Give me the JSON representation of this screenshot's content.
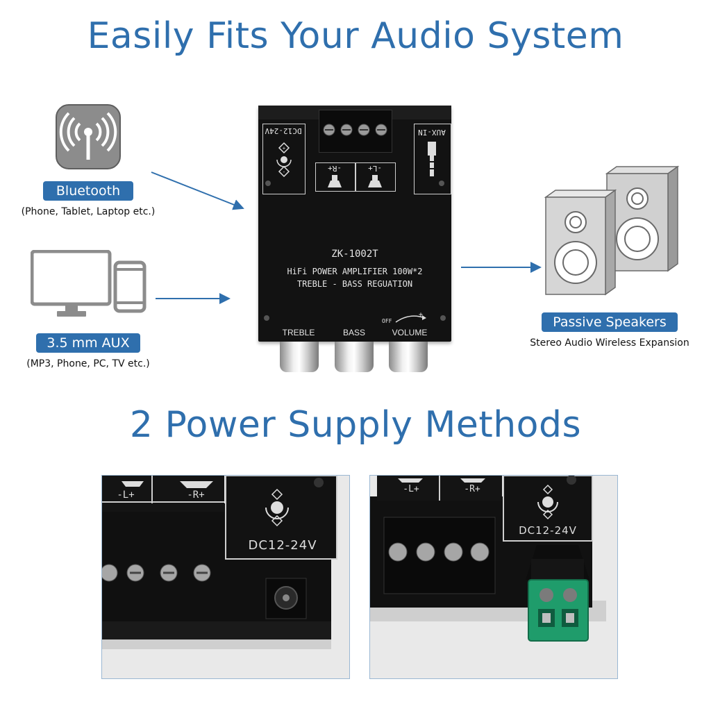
{
  "titles": {
    "top": "Easily Fits Your Audio System",
    "bottom": "2 Power Supply Methods"
  },
  "bluetooth": {
    "label": "Bluetooth",
    "caption": "(Phone, Tablet, Laptop etc.)",
    "icon": "bluetooth-antenna-icon"
  },
  "aux": {
    "label": "3.5 mm AUX",
    "caption": "(MP3, Phone, PC, TV etc.)",
    "icon": "monitor-phone-icon"
  },
  "speakers": {
    "label": "Passive Speakers",
    "caption": "Stereo Audio Wireless Expansion",
    "icon": "speakers-icon"
  },
  "board": {
    "dc": "DC12-24V",
    "aux_in": "AUX-IN",
    "right_ch": "-R+",
    "left_ch": "-L+",
    "model": "ZK-1002T",
    "desc1": "HiFi POWER AMPLIFIER 100W*2",
    "desc2": "TREBLE - BASS  REGUATION",
    "treble": "TREBLE",
    "bass": "BASS",
    "volume": "VOLUME",
    "off": "OFF",
    "plus": "+"
  },
  "photo_left": {
    "dc": "DC12-24V",
    "left_ch": "-L+",
    "right_ch": "-R+"
  },
  "photo_right": {
    "dc": "DC12-24V",
    "left_ch": "-L+",
    "right_ch": "-R+"
  },
  "colors": {
    "accent": "#2f6fad",
    "icon_gray": "#8c8c8c",
    "pcb": "#121212",
    "terminal_green": "#1f9c6b"
  }
}
